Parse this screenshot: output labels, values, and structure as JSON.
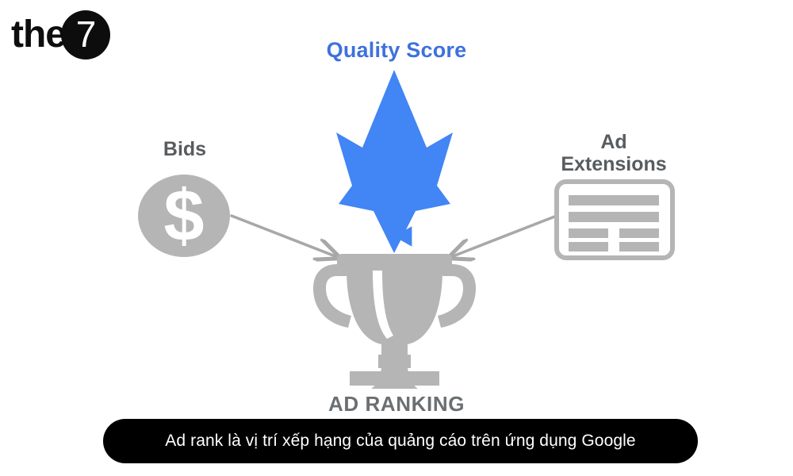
{
  "logo": {
    "word": "the",
    "digit": "7",
    "mark_color": "#0d0d0d"
  },
  "diagram": {
    "title_label": "Quality Score",
    "quality_score_color": "#4285f4",
    "gray_color": "#b5b5b5",
    "label_color": "#5a5f63",
    "nodes": [
      {
        "id": "bids",
        "label": "Bids",
        "icon": "dollar-coin-icon",
        "color": "#b5b5b5"
      },
      {
        "id": "quality-score",
        "label": "Quality Score",
        "icon": "star-icon",
        "color": "#4285f4"
      },
      {
        "id": "ad-extensions",
        "label": "Ad\nExtensions",
        "icon": "ad-extensions-card-icon",
        "color": "#b5b5b5"
      },
      {
        "id": "ad-ranking",
        "label": "AD RANKING",
        "icon": "trophy-icon",
        "color": "#b5b5b5"
      }
    ],
    "arrows": [
      {
        "id": "bids-to-ranking",
        "from": "bids",
        "to": "ad-ranking",
        "color": "#a8a8a8"
      },
      {
        "id": "quality-to-ranking",
        "from": "quality-score",
        "to": "ad-ranking",
        "color": "#4285f4"
      },
      {
        "id": "extensions-to-ranking",
        "from": "ad-extensions",
        "to": "ad-ranking",
        "color": "#a8a8a8"
      }
    ]
  },
  "caption": {
    "text": "Ad rank là vị trí xếp hạng của quảng cáo trên ứng dụng Google",
    "background": "#000000",
    "text_color": "#ffffff"
  }
}
